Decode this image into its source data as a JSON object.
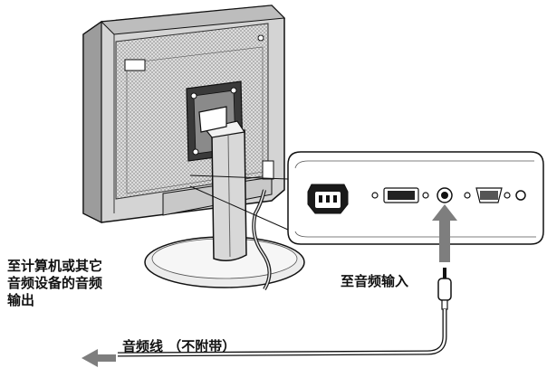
{
  "labels": {
    "source_line1": "至计算机或其它",
    "source_line2": "音频设备的音频",
    "source_line3": "输出",
    "audio_input": "至音频输入",
    "cable": "音频线 （不附带）"
  }
}
